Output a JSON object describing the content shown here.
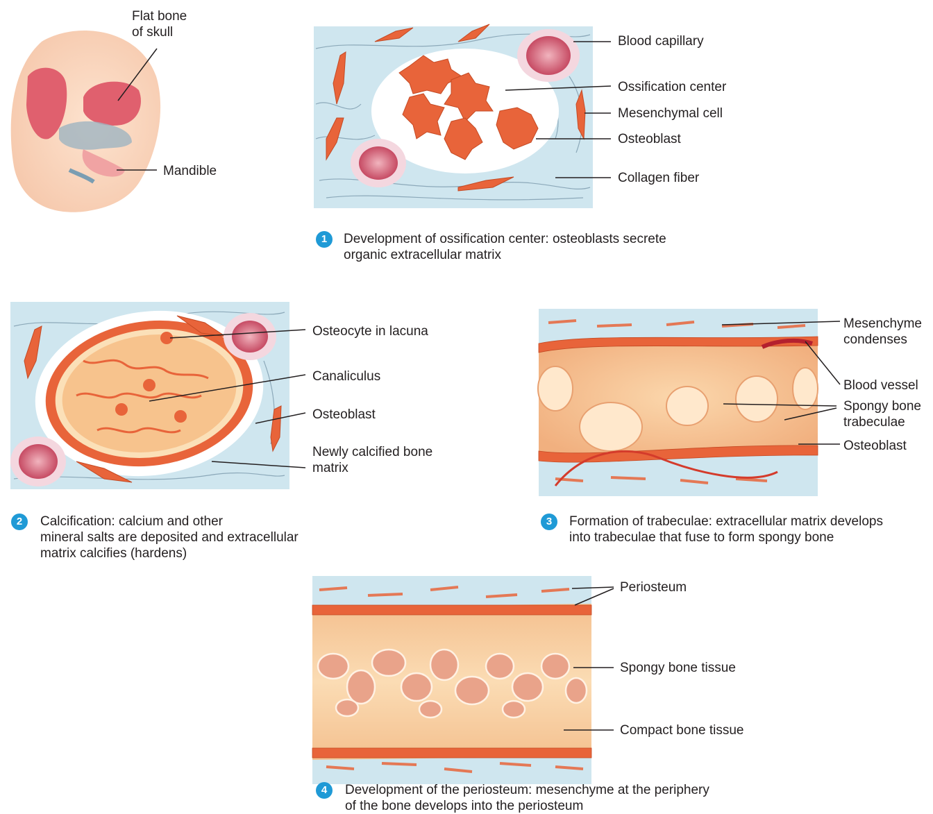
{
  "skull": {
    "flat_bone_label": "Flat bone\nof skull",
    "mandible_label": "Mandible"
  },
  "step1": {
    "number": "1",
    "caption": "Development of ossification center: osteoblasts secrete\norganic extracellular matrix",
    "labels": {
      "blood_capillary": "Blood capillary",
      "ossification_center": "Ossification center",
      "mesenchymal_cell": "Mesenchymal cell",
      "osteoblast": "Osteoblast",
      "collagen_fiber": "Collagen fiber"
    }
  },
  "step2": {
    "number": "2",
    "caption": "Calcification: calcium and other\nmineral salts are deposited and extracellular\nmatrix calcifies (hardens)",
    "labels": {
      "osteocyte": "Osteocyte in lacuna",
      "canaliculus": "Canaliculus",
      "osteoblast": "Osteoblast",
      "calcified_matrix": "Newly calcified bone\nmatrix"
    }
  },
  "step3": {
    "number": "3",
    "caption": "Formation of trabeculae: extracellular matrix develops\ninto trabeculae that fuse to form spongy bone",
    "labels": {
      "mesenchyme_condenses": "Mesenchyme\ncondenses",
      "blood_vessel": "Blood vessel",
      "spongy_trabeculae": "Spongy bone\ntrabeculae",
      "osteoblast": "Osteoblast"
    }
  },
  "step4": {
    "number": "4",
    "caption": "Development of the periosteum: mesenchyme at the periphery\nof the bone develops into the periosteum",
    "labels": {
      "periosteum": "Periosteum",
      "spongy_tissue": "Spongy bone tissue",
      "compact_tissue": "Compact bone tissue"
    }
  },
  "colors": {
    "badge": "#1f9ad6",
    "tissue": "#cfe6ef",
    "cell": "#e8643a",
    "bone": "#f6c89a"
  }
}
